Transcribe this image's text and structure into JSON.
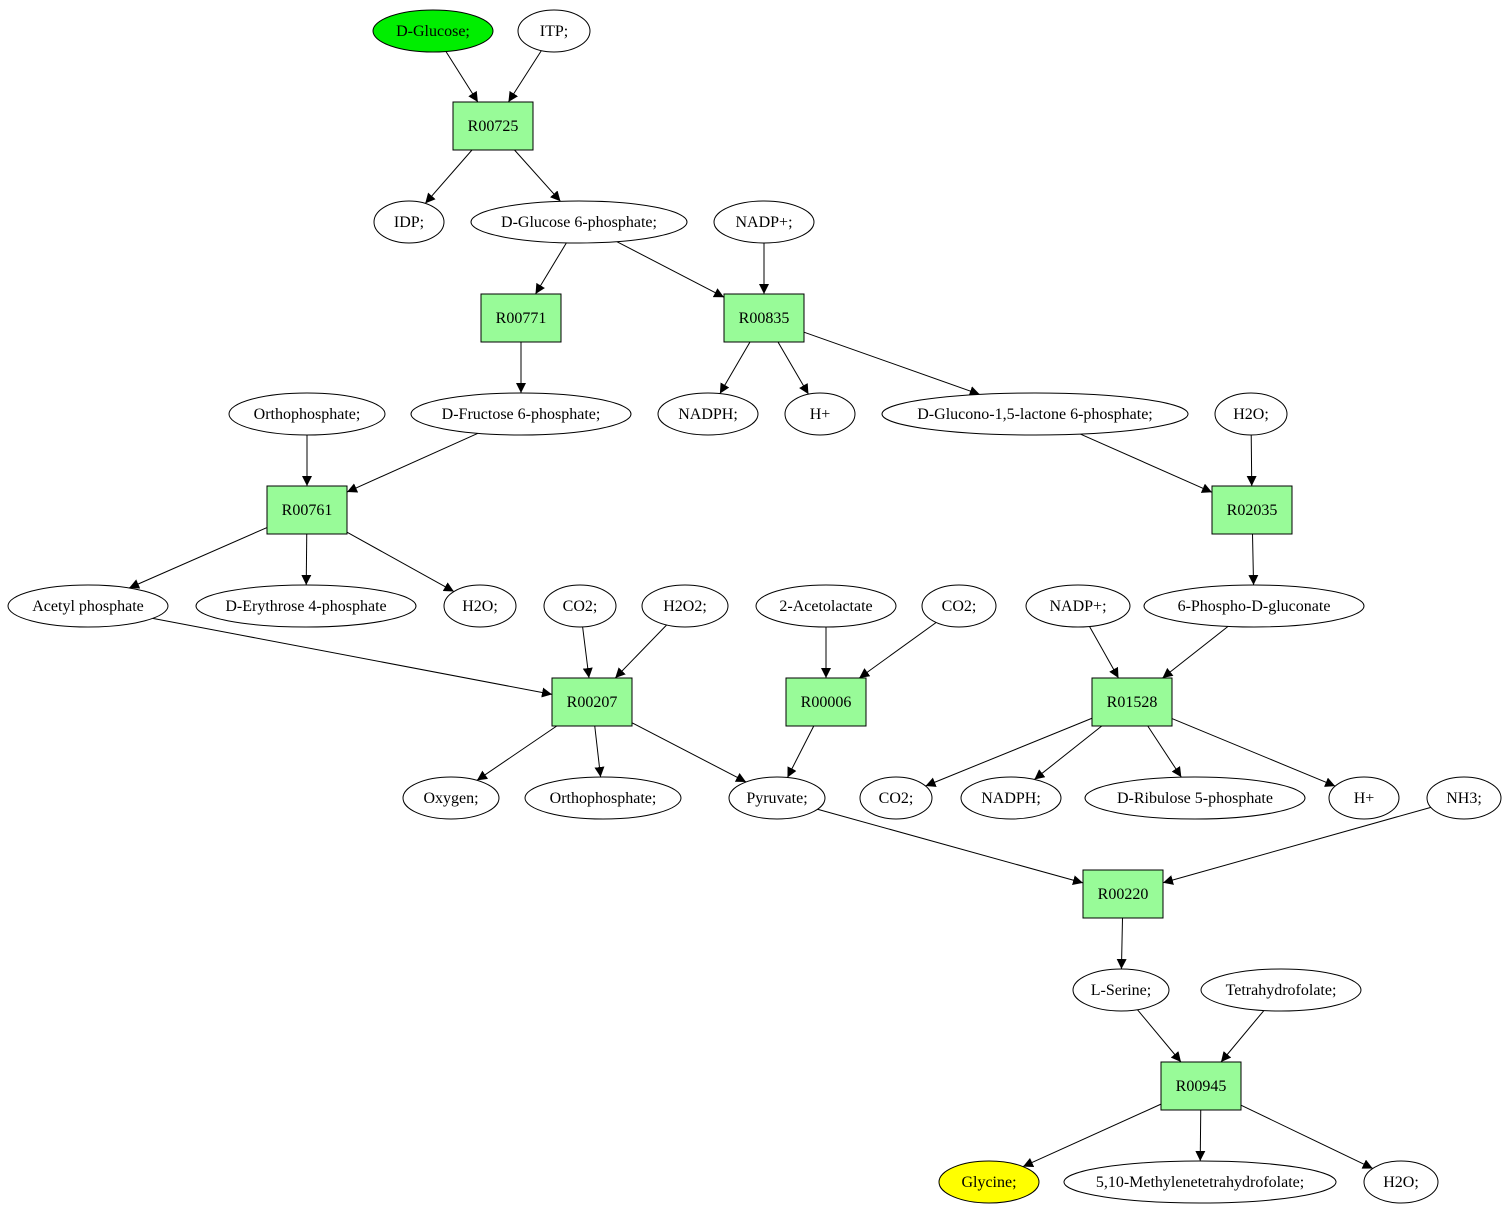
{
  "colors": {
    "reaction_fill": "#98fb98",
    "start_fill": "#00ee00",
    "target_fill": "#ffff00",
    "default_fill": "#ffffff",
    "stroke": "#000000"
  },
  "metabolites": {
    "m1": {
      "label": "D-Glucose;",
      "role": "start"
    },
    "m2": {
      "label": "ITP;"
    },
    "m3": {
      "label": "IDP;"
    },
    "m4": {
      "label": "D-Glucose 6-phosphate;"
    },
    "m5": {
      "label": "NADP+;"
    },
    "m6": {
      "label": "Orthophosphate;"
    },
    "m7": {
      "label": "D-Fructose 6-phosphate;"
    },
    "m8": {
      "label": "NADPH;"
    },
    "m9": {
      "label": "H+"
    },
    "m10": {
      "label": "D-Glucono-1,5-lactone 6-phosphate;"
    },
    "m11": {
      "label": "H2O;"
    },
    "m12": {
      "label": "Acetyl phosphate"
    },
    "m13": {
      "label": "D-Erythrose 4-phosphate"
    },
    "m14": {
      "label": "H2O;"
    },
    "m15": {
      "label": "CO2;"
    },
    "m16": {
      "label": "H2O2;"
    },
    "m17": {
      "label": "2-Acetolactate"
    },
    "m18": {
      "label": "CO2;"
    },
    "m19": {
      "label": "NADP+;"
    },
    "m20": {
      "label": "6-Phospho-D-gluconate"
    },
    "m21": {
      "label": "Oxygen;"
    },
    "m22": {
      "label": "Orthophosphate;"
    },
    "m23": {
      "label": "Pyruvate;"
    },
    "m24": {
      "label": "CO2;"
    },
    "m25": {
      "label": "NADPH;"
    },
    "m26": {
      "label": "D-Ribulose 5-phosphate"
    },
    "m27": {
      "label": "H+"
    },
    "m28": {
      "label": "NH3;"
    },
    "m29": {
      "label": "L-Serine;"
    },
    "m30": {
      "label": "Tetrahydrofolate;"
    },
    "m31": {
      "label": "Glycine;",
      "role": "target"
    },
    "m32": {
      "label": "5,10-Methylenetetrahydrofolate;"
    },
    "m33": {
      "label": "H2O;"
    }
  },
  "reactions": {
    "r1": {
      "label": "R00725"
    },
    "r2": {
      "label": "R00771"
    },
    "r3": {
      "label": "R00835"
    },
    "r4": {
      "label": "R00761"
    },
    "r5": {
      "label": "R02035"
    },
    "r6": {
      "label": "R00207"
    },
    "r7": {
      "label": "R00006"
    },
    "r8": {
      "label": "R01528"
    },
    "r9": {
      "label": "R00220"
    },
    "r10": {
      "label": "R00945"
    }
  },
  "edges": [
    [
      "m1",
      "r1"
    ],
    [
      "m2",
      "r1"
    ],
    [
      "r1",
      "m3"
    ],
    [
      "r1",
      "m4"
    ],
    [
      "m4",
      "r2"
    ],
    [
      "m4",
      "r3"
    ],
    [
      "m5",
      "r3"
    ],
    [
      "r2",
      "m7"
    ],
    [
      "r3",
      "m8"
    ],
    [
      "r3",
      "m9"
    ],
    [
      "r3",
      "m10"
    ],
    [
      "m6",
      "r4"
    ],
    [
      "m7",
      "r4"
    ],
    [
      "m10",
      "r5"
    ],
    [
      "m11",
      "r5"
    ],
    [
      "r4",
      "m12"
    ],
    [
      "r4",
      "m13"
    ],
    [
      "r4",
      "m14"
    ],
    [
      "r5",
      "m20"
    ],
    [
      "m12",
      "r6"
    ],
    [
      "m15",
      "r6"
    ],
    [
      "m16",
      "r6"
    ],
    [
      "m17",
      "r7"
    ],
    [
      "m18",
      "r7"
    ],
    [
      "m19",
      "r8"
    ],
    [
      "m20",
      "r8"
    ],
    [
      "r6",
      "m21"
    ],
    [
      "r6",
      "m22"
    ],
    [
      "r6",
      "m23"
    ],
    [
      "r7",
      "m23"
    ],
    [
      "r8",
      "m24"
    ],
    [
      "r8",
      "m25"
    ],
    [
      "r8",
      "m26"
    ],
    [
      "r8",
      "m27"
    ],
    [
      "m23",
      "r9"
    ],
    [
      "m28",
      "r9"
    ],
    [
      "r9",
      "m29"
    ],
    [
      "m29",
      "r10"
    ],
    [
      "m30",
      "r10"
    ],
    [
      "r10",
      "m31"
    ],
    [
      "r10",
      "m32"
    ],
    [
      "r10",
      "m33"
    ]
  ]
}
